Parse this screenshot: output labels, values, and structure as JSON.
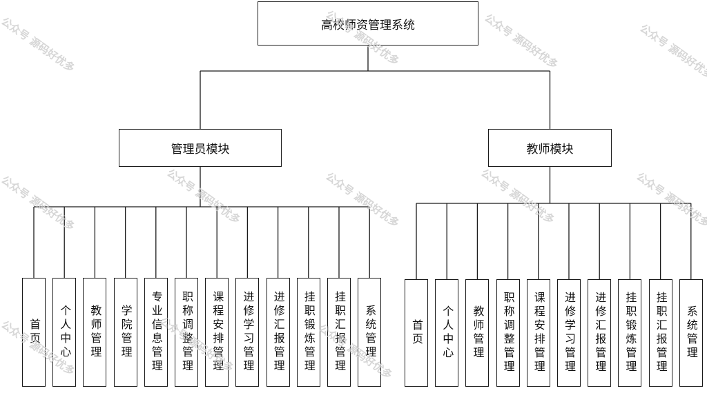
{
  "diagram": {
    "root": "高校师资管理系统",
    "modules": [
      {
        "label": "管理员模块",
        "items": [
          "首页",
          "个人中心",
          "教师管理",
          "学院管理",
          "专业信息管理",
          "职称调整管理",
          "课程安排管理",
          "进修学习管理",
          "进修汇报管理",
          "挂职锻炼管理",
          "挂职汇报管理",
          "系统管理"
        ]
      },
      {
        "label": "教师模块",
        "items": [
          "首页",
          "个人中心",
          "教师管理",
          "职称调整管理",
          "课程安排管理",
          "进修学习管理",
          "进修汇报管理",
          "挂职锻炼管理",
          "挂职汇报管理",
          "系统管理"
        ]
      }
    ]
  },
  "watermark": "公众号 源码好优多",
  "colors": {
    "line": "#1a1a1a",
    "watermark": "#cfcfcf"
  }
}
